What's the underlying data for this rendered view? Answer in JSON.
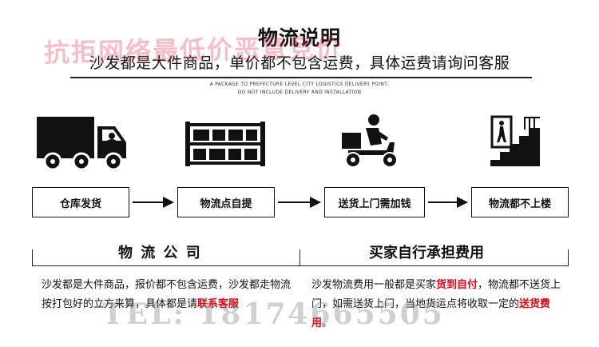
{
  "header": {
    "title": "物流说明",
    "subtitle": "沙发都是大件商品，单价都不包含运费，具体运费请询问客服",
    "english_line1": "A PACKAGE TO PREFECTURE LEVEL CITY LOGISTICS DELIVERY POINT,",
    "english_line2": "DO NOT INCLUDE DELIVERY AND INSTALLATION"
  },
  "steps": [
    {
      "label": "仓库发货",
      "icon": "truck-icon"
    },
    {
      "label": "物流点自提",
      "icon": "warehouse-shelf-icon"
    },
    {
      "label": "送货上门需加钱",
      "icon": "delivery-scooter-icon"
    },
    {
      "label": "物流都不上楼",
      "icon": "stairs-person-icon"
    }
  ],
  "left_section": {
    "title": "物 流 公 司",
    "text_part1": "沙发都是大件商品，报价都不包含运费，沙发都走物流按打包好的立方来算，具体都是请",
    "text_highlight": "联系客服"
  },
  "right_section": {
    "title": "买家自行承担费用",
    "text_part1": "沙发物流费用一般都是买家",
    "text_highlight1": "货到自付",
    "text_part2": "，物流都不送货上门，如需送货上门，当地货运点将收取一定的",
    "text_highlight2": "送货费用",
    "text_part3": "。"
  },
  "watermarks": {
    "top": "抗拒网络最低价恶意竞价",
    "bottom": "TEL: 18174665505"
  },
  "colors": {
    "highlight": "#e60012",
    "text": "#111111",
    "background": "#ffffff"
  }
}
